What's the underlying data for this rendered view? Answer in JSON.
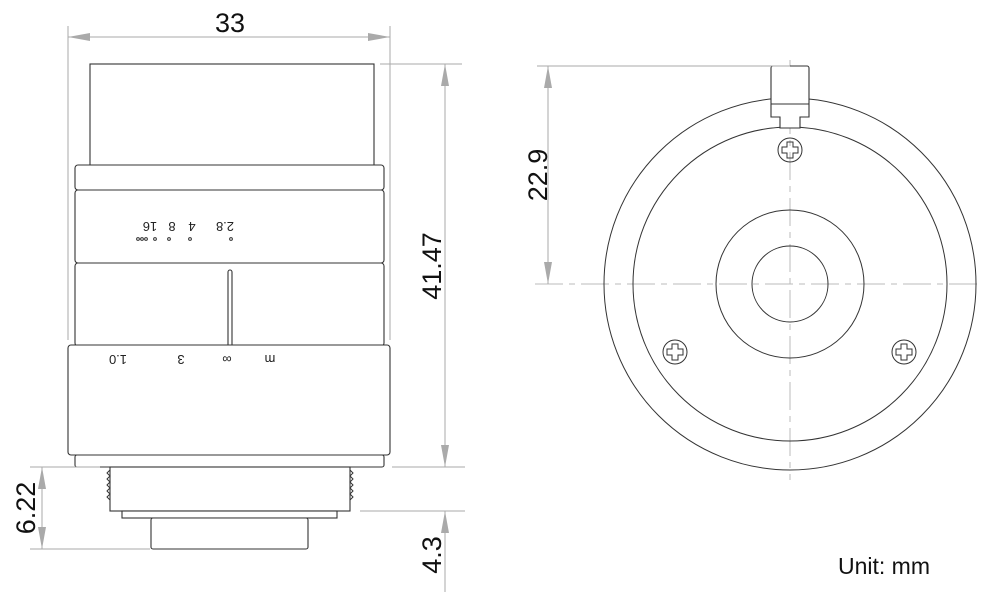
{
  "dimensions": {
    "width": "33",
    "height_total": "41.47",
    "mount_height": "6.22",
    "flange_height": "4.3",
    "front_radius_height": "22.9"
  },
  "aperture_scale": [
    "2.8",
    "4",
    "8",
    "16"
  ],
  "focus_scale": [
    "1.0",
    "3",
    "∞",
    "m"
  ],
  "unit_label": "Unit: mm"
}
